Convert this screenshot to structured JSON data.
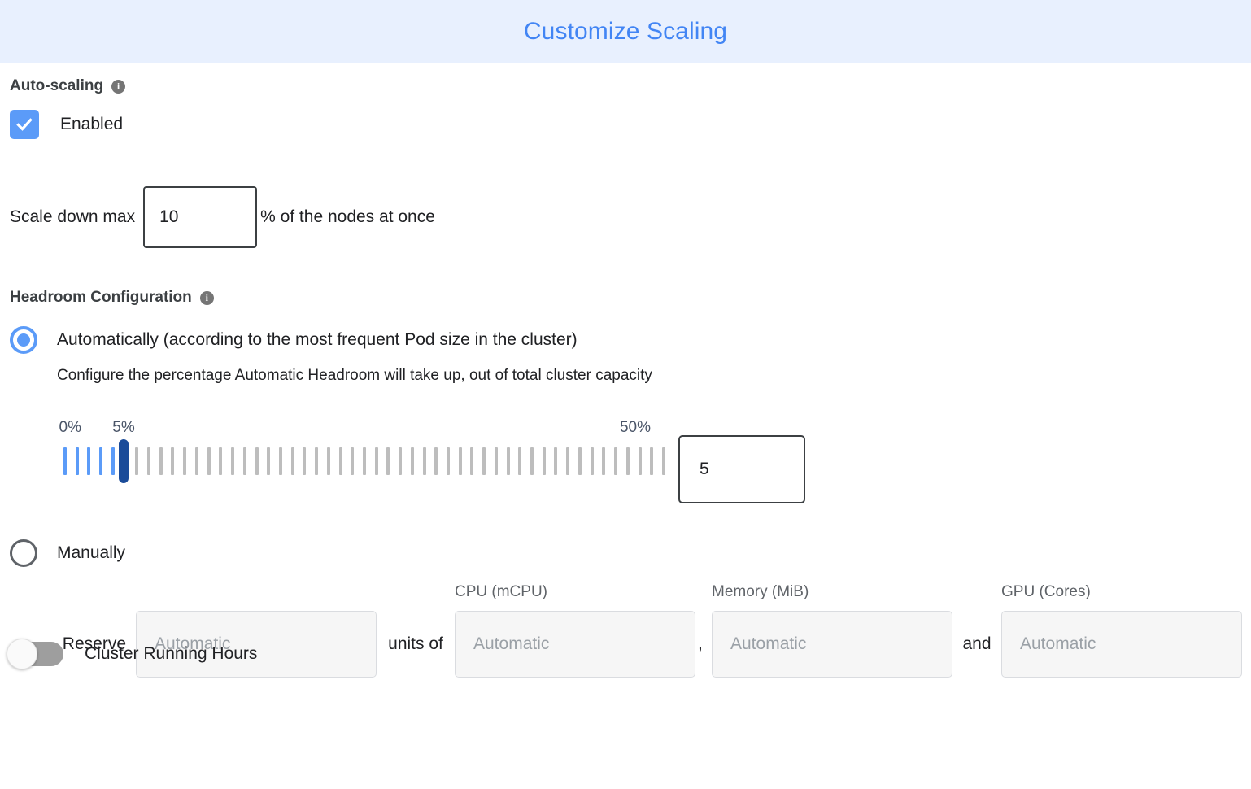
{
  "header": {
    "title": "Customize Scaling",
    "title_color": "#4285f4",
    "background": "#e8f0fe"
  },
  "auto_scaling": {
    "label": "Auto-scaling",
    "info_glyph": "i",
    "checkbox_label": "Enabled",
    "checkbox_checked": true,
    "checkbox_color": "#5b9bf8"
  },
  "scale_down": {
    "prefix_label": "Scale down max",
    "value": "10",
    "placeholder": "",
    "suffix_label": "% of the nodes at once"
  },
  "headroom": {
    "label": "Headroom Configuration",
    "info_glyph": "i",
    "option_auto": {
      "label": "Automatically (according to the most frequent Pod size in the cluster)",
      "selected": true,
      "description": "Configure the percentage Automatic Headroom will take up, out of total cluster capacity"
    },
    "slider": {
      "min_label": "0%",
      "max_label": "50%",
      "current_label": "5%",
      "min": 0,
      "max": 50,
      "value": 5,
      "tick_count": 51,
      "filled_color": "#5b9bf8",
      "empty_color": "#bdbdbd",
      "thumb_color": "#1a4b99"
    },
    "value_input": {
      "value": "5",
      "placeholder": ""
    },
    "option_manual": {
      "label": "Manually",
      "selected": false
    },
    "manual_fields": {
      "reserve_label": "Reserve",
      "units_of_label": "units of",
      "comma_label": ",",
      "and_label": "and",
      "columns": [
        {
          "header": "",
          "placeholder": "Automatic",
          "value": ""
        },
        {
          "header": "CPU (mCPU)",
          "placeholder": "Automatic",
          "value": ""
        },
        {
          "header": "Memory (MiB)",
          "placeholder": "Automatic",
          "value": ""
        },
        {
          "header": "GPU (Cores)",
          "placeholder": "Automatic",
          "value": ""
        }
      ]
    }
  },
  "cluster_running_hours": {
    "label": "Cluster Running Hours",
    "enabled": false
  }
}
